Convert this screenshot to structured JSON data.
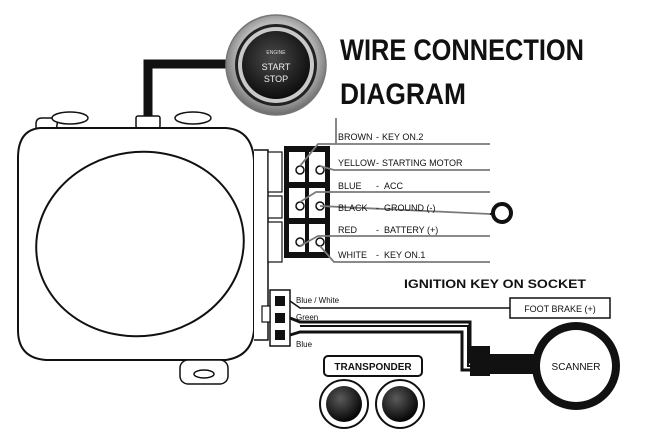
{
  "title": {
    "line1": "WIRE CONNECTION",
    "line2": "DIAGRAM"
  },
  "start_button": {
    "line1": "ENGINE",
    "line2": "START",
    "line3": "STOP"
  },
  "wire_labels": [
    {
      "color": "BROWN",
      "sep": "-",
      "function": "KEY ON.2"
    },
    {
      "color": "YELLOW",
      "sep": "-",
      "function": "STARTING MOTOR"
    },
    {
      "color": "BLUE",
      "sep": "-",
      "function": "ACC"
    },
    {
      "color": "BLACK",
      "sep": "-",
      "function": "GROUND (-)"
    },
    {
      "color": "RED",
      "sep": "-",
      "function": "BATTERY (+)"
    },
    {
      "color": "WHITE",
      "sep": "-",
      "function": "KEY ON.1"
    }
  ],
  "ignition_label": "IGNITION KEY ON SOCKET",
  "small_wires": {
    "top": "Blue / White",
    "mid": "Green",
    "bottom": "Blue"
  },
  "foot_brake": "FOOT BRAKE (+)",
  "scanner": "SCANNER",
  "transponder": "TRANSPONDER",
  "colors": {
    "ink": "#111111",
    "wire": "#7a7a7a",
    "button_ring": "#8a8a8a"
  }
}
